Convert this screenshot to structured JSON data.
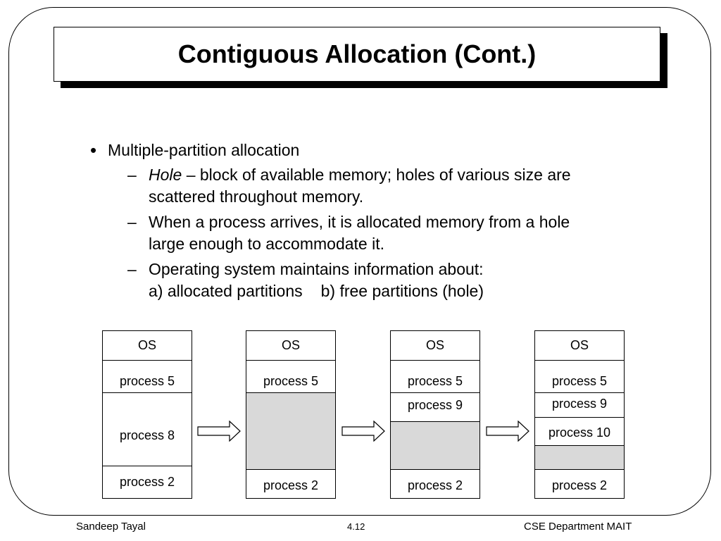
{
  "slide": {
    "title": "Contiguous Allocation (Cont.)",
    "bullet_main": "Multiple-partition allocation",
    "sub_bullets": [
      {
        "italic_term": "Hole",
        "text_rest": " – block of available memory; holes of various size are",
        "line2": "scattered throughout memory."
      },
      {
        "line1": "When a process arrives, it is allocated memory from a hole",
        "line2": "large enough to accommodate it."
      },
      {
        "line1": "Operating system maintains information about:",
        "line2_a": "a) allocated partitions",
        "line2_b": "b) free partitions (hole)"
      }
    ],
    "dash_symbol": "–",
    "bullet_symbol": "•"
  },
  "memory_states": [
    {
      "segments": [
        {
          "label": "OS",
          "kind": "used"
        },
        {
          "label": "process 5",
          "kind": "used"
        },
        {
          "label": "process 8",
          "kind": "used"
        },
        {
          "label": "process 2",
          "kind": "used"
        }
      ]
    },
    {
      "segments": [
        {
          "label": "OS",
          "kind": "used"
        },
        {
          "label": "process 5",
          "kind": "used"
        },
        {
          "label": "",
          "kind": "hole"
        },
        {
          "label": "process 2",
          "kind": "used"
        }
      ]
    },
    {
      "segments": [
        {
          "label": "OS",
          "kind": "used"
        },
        {
          "label": "process 5",
          "kind": "used"
        },
        {
          "label": "process 9",
          "kind": "used"
        },
        {
          "label": "",
          "kind": "hole"
        },
        {
          "label": "process 2",
          "kind": "used"
        }
      ]
    },
    {
      "segments": [
        {
          "label": "OS",
          "kind": "used"
        },
        {
          "label": "process 5",
          "kind": "used"
        },
        {
          "label": "process 9",
          "kind": "used"
        },
        {
          "label": "process 10",
          "kind": "used"
        },
        {
          "label": "",
          "kind": "hole"
        },
        {
          "label": "process 2",
          "kind": "used"
        }
      ]
    }
  ],
  "colors": {
    "hole_fill": "#d9d9d9",
    "line": "#000000",
    "background": "#ffffff"
  },
  "footer": {
    "author": "Sandeep Tayal",
    "page": "4.12",
    "department": "CSE Department MAIT"
  }
}
